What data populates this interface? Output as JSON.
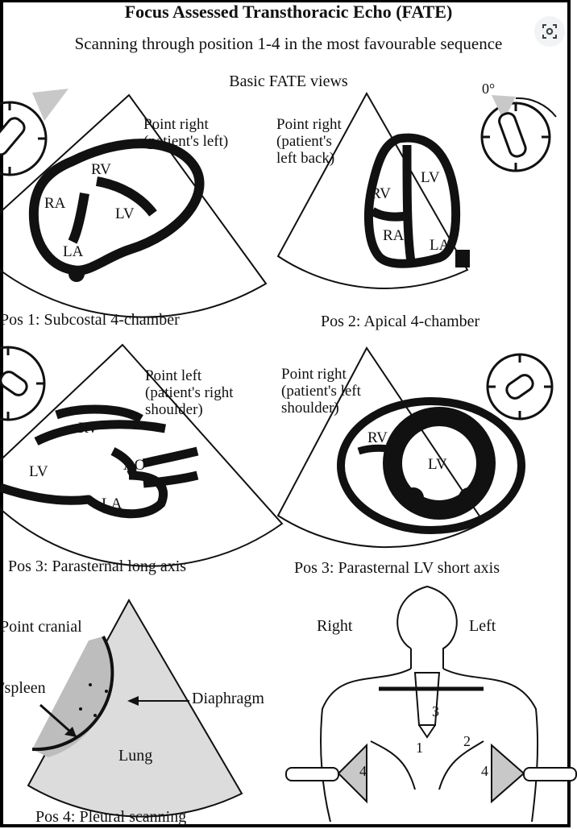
{
  "title": "Focus Assessed Transthoracic Echo (FATE)",
  "subtitle": "Scanning through position 1-4 in the most favourable sequence",
  "section_label": "Basic FATE views",
  "angle_label": "0°",
  "panel1": {
    "caption": "Pos 1: Subcostal 4-chamber",
    "note": "Point right\n(patient's left)",
    "labels": [
      "RV",
      "RA",
      "LV",
      "LA"
    ]
  },
  "panel2": {
    "caption": "Pos 2: Apical 4-chamber",
    "note": "Point right\n(patient's\nleft back)",
    "labels": [
      "LV",
      "RV",
      "RA",
      "LA"
    ]
  },
  "panel3": {
    "caption": "Pos 3: Parasternal long axis",
    "note": "Point left\n(patient's right\nshoulder)",
    "labels": [
      "RV",
      "AO",
      "LV",
      "LA"
    ]
  },
  "panel4": {
    "caption": "Pos 3: Parasternal LV short axis",
    "note": "Point right\n(patient's left\nshoulder)",
    "labels": [
      "RV",
      "LV"
    ]
  },
  "panel5": {
    "caption": "Pos 4: Pleural scanning",
    "note": "Point cranial",
    "spleen": "/spleen",
    "diaphragm": "Diaphragm",
    "lung": "Lung"
  },
  "panel6": {
    "right": "Right",
    "left": "Left",
    "positions": [
      "1",
      "2",
      "3",
      "4",
      "4"
    ]
  },
  "colors": {
    "ink": "#111111",
    "probe_beam": "#c8c8c8",
    "pleura_fill": "#bdbdbd",
    "pleura_bg": "#dcdcdc"
  },
  "toolbar": {
    "lens_icon": "lens-scan-icon"
  }
}
